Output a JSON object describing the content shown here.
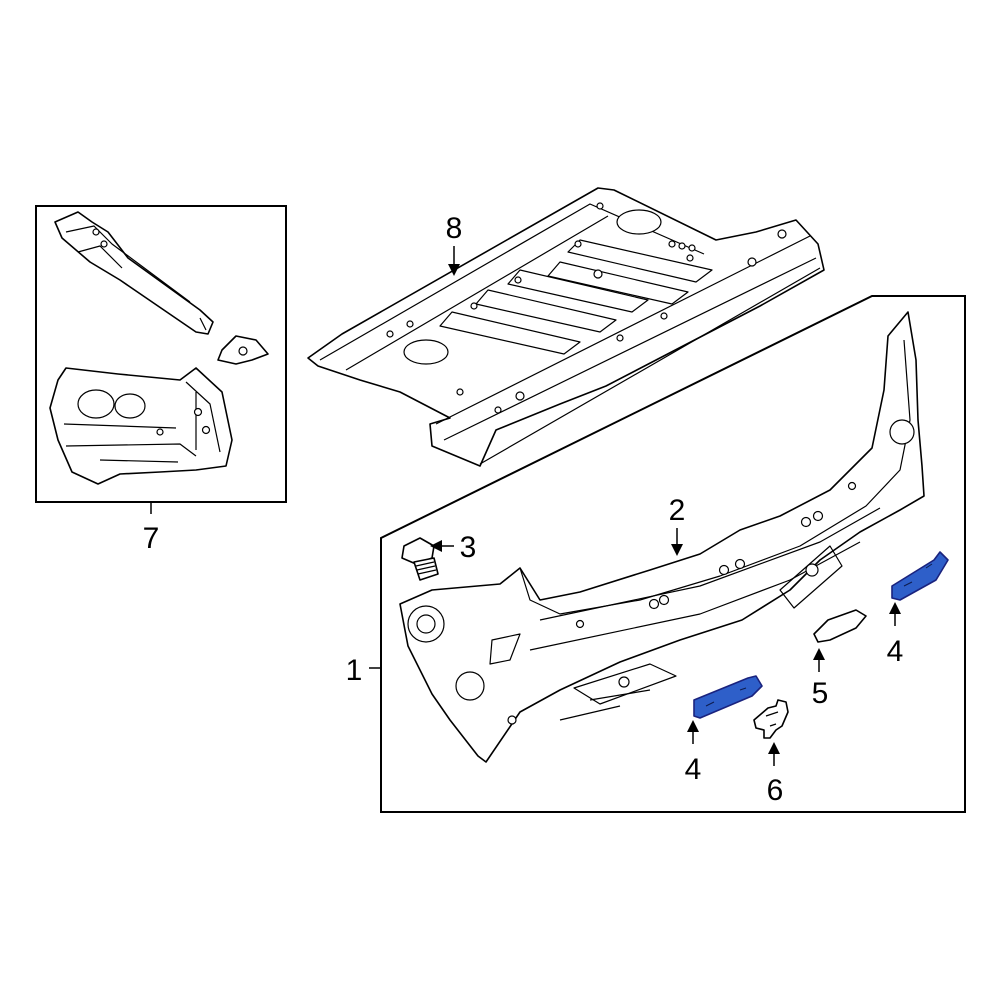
{
  "diagram": {
    "highlight_color": "#2e5fc9",
    "line_color": "#000000",
    "background": "#ffffff",
    "callouts": {
      "c1": "1",
      "c2": "2",
      "c3": "3",
      "c4a": "4",
      "c4b": "4",
      "c5": "5",
      "c6": "6",
      "c7": "7",
      "c8": "8"
    }
  }
}
